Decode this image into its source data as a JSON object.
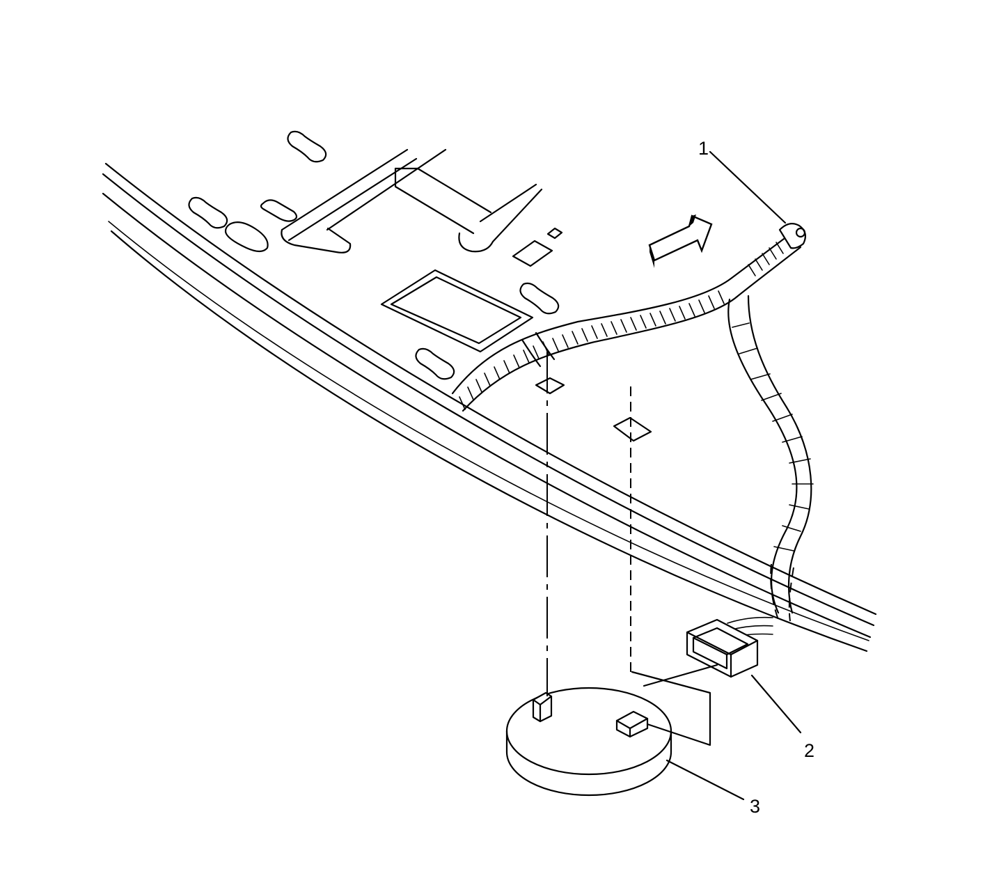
{
  "callouts": [
    {
      "id": "1",
      "label": "1"
    },
    {
      "id": "2",
      "label": "2"
    },
    {
      "id": "3",
      "label": "3"
    }
  ],
  "colors": {
    "line": "#000000",
    "background": "#ffffff",
    "arrow_shadow": "#000000"
  },
  "icons": {
    "direction_arrow": "front-direction-arrow-icon"
  }
}
